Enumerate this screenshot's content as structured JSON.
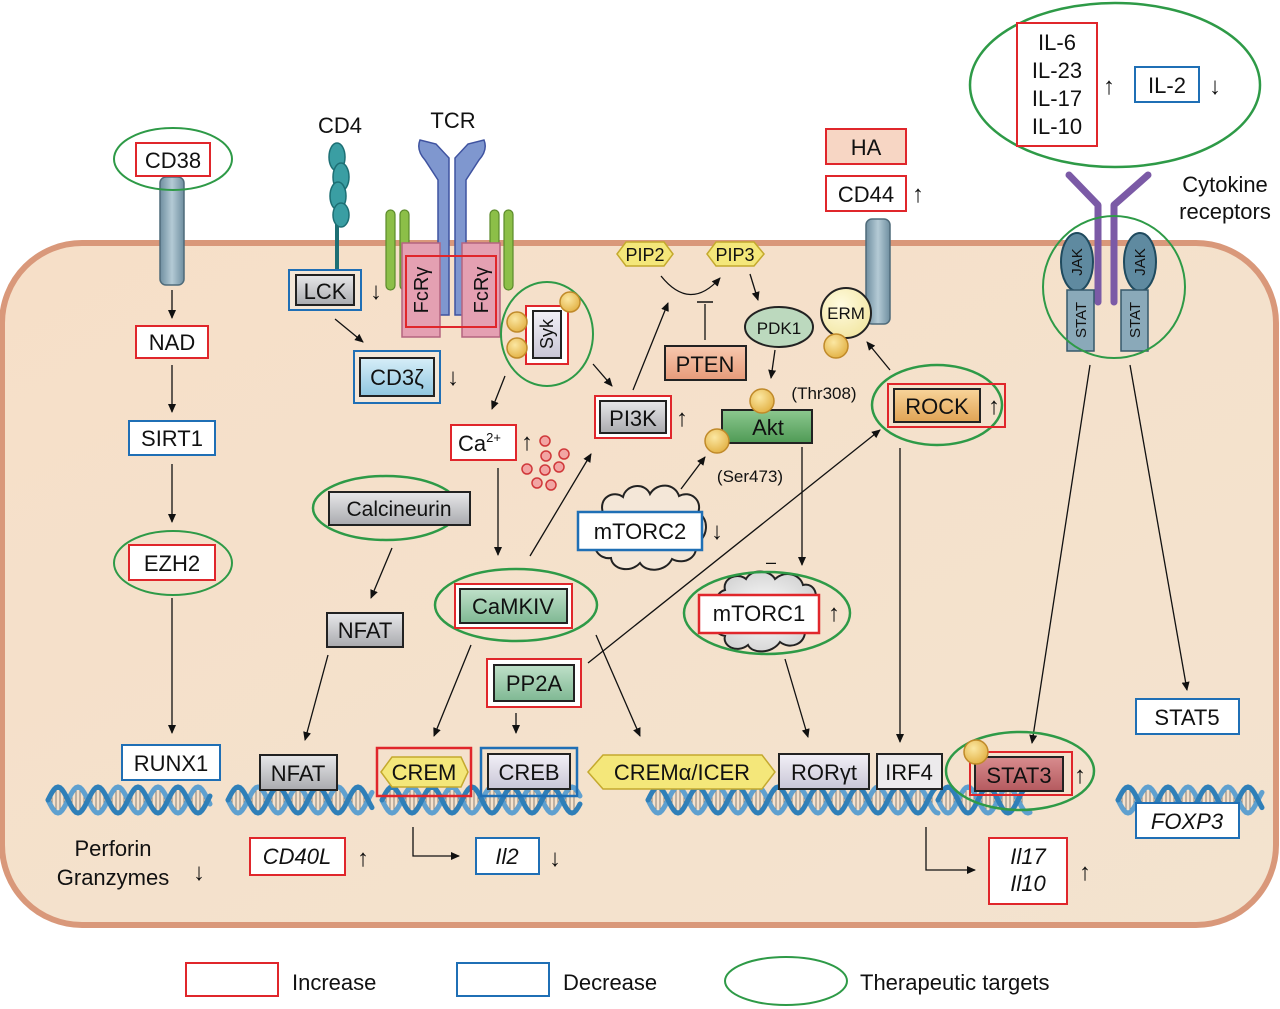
{
  "colors": {
    "increase": "#e0262b",
    "decrease": "#1f6fb5",
    "therapeutic": "#2e9a47",
    "cell_fill": "#f5e4d2",
    "cell_border": "#d9987a"
  },
  "extracellular": {
    "cd38": "CD38",
    "cd4": "CD4",
    "tcr": "TCR",
    "ha": "HA",
    "cd44": "CD44",
    "cd44_arrow": "↑",
    "cytokines": [
      "IL-6",
      "IL-23",
      "IL-17",
      "IL-10"
    ],
    "cytokines_arrow": "↑",
    "il2": "IL-2",
    "il2_arrow": "↓",
    "cytokine_receptors_line1": "Cytokine",
    "cytokine_receptors_line2": "receptors"
  },
  "membrane": {
    "fcr_gamma_left": "FcRγ",
    "fcr_gamma_right": "FcRγ",
    "jak_left": "JAK",
    "jak_right": "JAK",
    "stat_left": "STAT",
    "stat_right": "STAT",
    "pip2": "PIP2",
    "pip3": "PIP3",
    "erm": "ERM"
  },
  "nodes": {
    "nad": "NAD",
    "sirt1": "SIRT1",
    "ezh2": "EZH2",
    "runx1": "RUNX1",
    "lck": "LCK",
    "lck_arrow": "↓",
    "cd3z": "CD3ζ",
    "cd3z_arrow": "↓",
    "syk": "Syk",
    "ca": "Ca",
    "ca_sup": "2+",
    "ca_arrow": "↑",
    "pi3k": "PI3K",
    "pi3k_arrow": "↑",
    "pten": "PTEN",
    "pdk1": "PDK1",
    "akt": "Akt",
    "thr308": "(Thr308)",
    "ser473": "(Ser473)",
    "mtorc2": "mTORC2",
    "mtorc2_arrow": "↓",
    "mtorc1": "mTORC1",
    "mtorc1_arrow": "↑",
    "mtorc1_minus": "–",
    "rock": "ROCK",
    "rock_arrow": "↑",
    "calcineurin": "Calcineurin",
    "nfat_cyto": "NFAT",
    "camkiv": "CaMKIV",
    "pp2a": "PP2A"
  },
  "nucleus": {
    "nfat": "NFAT",
    "crem": "CREM",
    "creb": "CREB",
    "crem_icer": "CREMα/ICER",
    "rorgt": "RORγt",
    "irf4": "IRF4",
    "stat3": "STAT3",
    "stat3_arrow": "↑",
    "stat5": "STAT5",
    "perforin": "Perforin",
    "granzymes": "Granzymes",
    "perforin_arrow": "↓",
    "cd40l": "CD40L",
    "cd40l_arrow": "↑",
    "il2_gene": "Il2",
    "il2_gene_arrow": "↓",
    "il17_gene": "Il17",
    "il10_gene": "Il10",
    "il17_arrow": "↑",
    "foxp3": "FOXP3"
  },
  "legend": {
    "increase": "Increase",
    "decrease": "Decrease",
    "therapeutic": "Therapeutic targets"
  }
}
